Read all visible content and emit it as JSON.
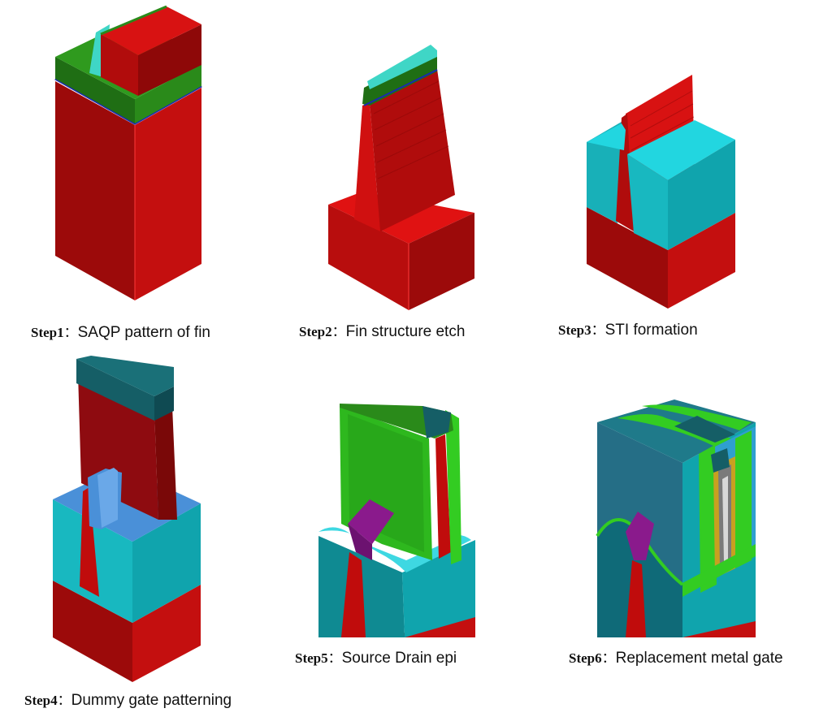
{
  "steps": [
    {
      "num": "Step1",
      "sep": "：",
      "desc": "SAQP pattern of fin"
    },
    {
      "num": "Step2",
      "sep": "：",
      "desc": "Fin structure etch"
    },
    {
      "num": "Step3",
      "sep": "：",
      "desc": "STI formation"
    },
    {
      "num": "Step4",
      "sep": "：",
      "desc": "Dummy gate patterning"
    },
    {
      "num": "Step5",
      "sep": "：",
      "desc": "Source Drain epi"
    },
    {
      "num": "Step6",
      "sep": "：",
      "desc": "Replacement metal gate"
    }
  ],
  "colors": {
    "silicon_front": "#9c0a0a",
    "silicon_side": "#cc1010",
    "silicon_top": "#e01212",
    "hardmask": "#1f6e14",
    "hardmask_side": "#175a0f",
    "liner_blue": "#1a2ab0",
    "oxide_front": "#18b8c0",
    "oxide_side": "#10a4ad",
    "oxide_top": "#22dde8",
    "gate_cap": "#155e66",
    "spacer_green": "#33cc22",
    "epi_purple": "#8a1a8c",
    "ild_blue": "#2f9fcf"
  }
}
